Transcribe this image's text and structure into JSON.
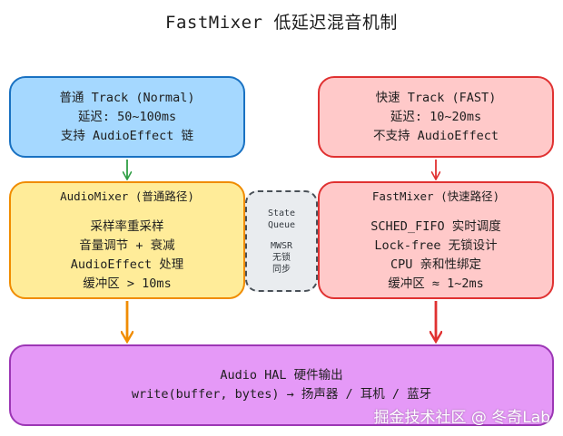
{
  "title": "FastMixer 低延迟混音机制",
  "normal_track": {
    "lines": [
      "普通 Track (Normal)",
      "延迟: 50~100ms",
      "支持 AudioEffect 链"
    ]
  },
  "fast_track": {
    "lines": [
      "快速 Track (FAST)",
      "延迟: 10~20ms",
      "不支持 AudioEffect"
    ]
  },
  "audio_mixer": {
    "heading": "AudioMixer (普通路径)",
    "lines": [
      "采样率重采样",
      "音量调节 + 衰减",
      "AudioEffect 处理",
      "缓冲区 > 10ms"
    ]
  },
  "fast_mixer": {
    "heading": "FastMixer (快速路径)",
    "lines": [
      "SCHED_FIFO 实时调度",
      "Lock-free 无锁设计",
      "CPU 亲和性绑定",
      "缓冲区 ≈ 1~2ms"
    ]
  },
  "state_queue": {
    "lines_top": [
      "State",
      "Queue"
    ],
    "lines_bottom": [
      "MWSR",
      "无锁",
      "同步"
    ]
  },
  "audio_hal": {
    "lines": [
      "Audio HAL 硬件输出",
      "write(buffer, bytes) → 扬声器 / 耳机 / 蓝牙"
    ]
  },
  "watermark": "掘金技术社区 @ 冬奇Lab",
  "colors": {
    "normal_fill": "#a5d8ff",
    "normal_stroke": "#1971c2",
    "fast_fill": "#ffc9c9",
    "fast_stroke": "#e03131",
    "mixer_fill": "#ffec99",
    "mixer_stroke": "#f08c00",
    "hal_fill": "#e599f7",
    "hal_stroke": "#9c36b5",
    "queue_fill": "#e9ecef",
    "arrow_green": "#2f9e44"
  }
}
